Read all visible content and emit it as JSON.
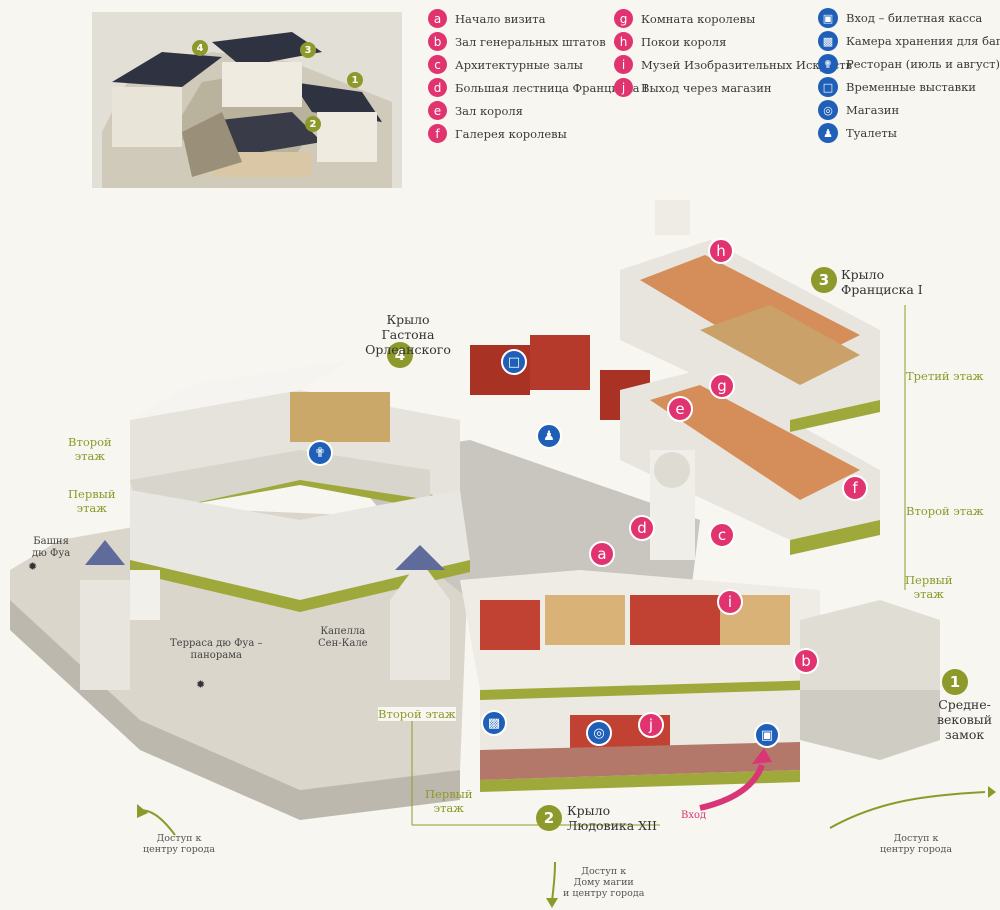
{
  "legend_pink": [
    {
      "letter": "a",
      "label": "Начало визита"
    },
    {
      "letter": "b",
      "label": "Зал генеральных штатов"
    },
    {
      "letter": "c",
      "label": "Архитектурные залы"
    },
    {
      "letter": "d",
      "label": "Большая лестница Франциска I"
    },
    {
      "letter": "e",
      "label": "Зал короля"
    },
    {
      "letter": "f",
      "label": "Галерея королевы"
    },
    {
      "letter": "g",
      "label": "Комната королевы"
    },
    {
      "letter": "h",
      "label": "Покои короля"
    },
    {
      "letter": "i",
      "label": "Музей Изобразительных Искусств"
    },
    {
      "letter": "j",
      "label": "Выход через магазин"
    }
  ],
  "legend_services": [
    {
      "icon": "ticket-icon",
      "label": "Вход – билетная касса"
    },
    {
      "icon": "luggage-icon",
      "label": "Камера хранения для багажа"
    },
    {
      "icon": "restaurant-icon",
      "label": "Ресторан (июль и август)"
    },
    {
      "icon": "exhibition-icon",
      "label": "Временные выставки"
    },
    {
      "icon": "shop-icon",
      "label": "Магазин"
    },
    {
      "icon": "toilets-icon",
      "label": "Туалеты"
    }
  ],
  "thumbnail_numbers": [
    "4",
    "3",
    "1",
    "2"
  ],
  "wings": {
    "w1": {
      "num": "1",
      "name": "Средне-\nвековый\nзамок"
    },
    "w2": {
      "num": "2",
      "name": "Крыло\nЛюдовика XII"
    },
    "w3": {
      "num": "3",
      "name": "Крыло\nФранциска I"
    },
    "w4": {
      "num": "4",
      "name": "Крыло\nГастона Орлеанского"
    }
  },
  "floors": {
    "second_left": "Второй\nэтаж",
    "first_left": "Первый\nэтаж",
    "third_right": "Третий этаж",
    "second_right": "Второй этаж",
    "first_right": "Первый\nэтаж",
    "second_bottom": "Второй этаж",
    "first_bottom": "Первый\nэтаж"
  },
  "places": {
    "tower": "Башня\nдю Фуа",
    "terrace": "Терраса дю Фуа –\nпанорама",
    "chapel": "Капелла\nСен-Кале",
    "entrance": "Вход"
  },
  "access": {
    "left": "Доступ к\nцентру города",
    "right": "Доступ к\nцентру города",
    "bottom": "Доступ к\nДому магии\nи центру города"
  }
}
